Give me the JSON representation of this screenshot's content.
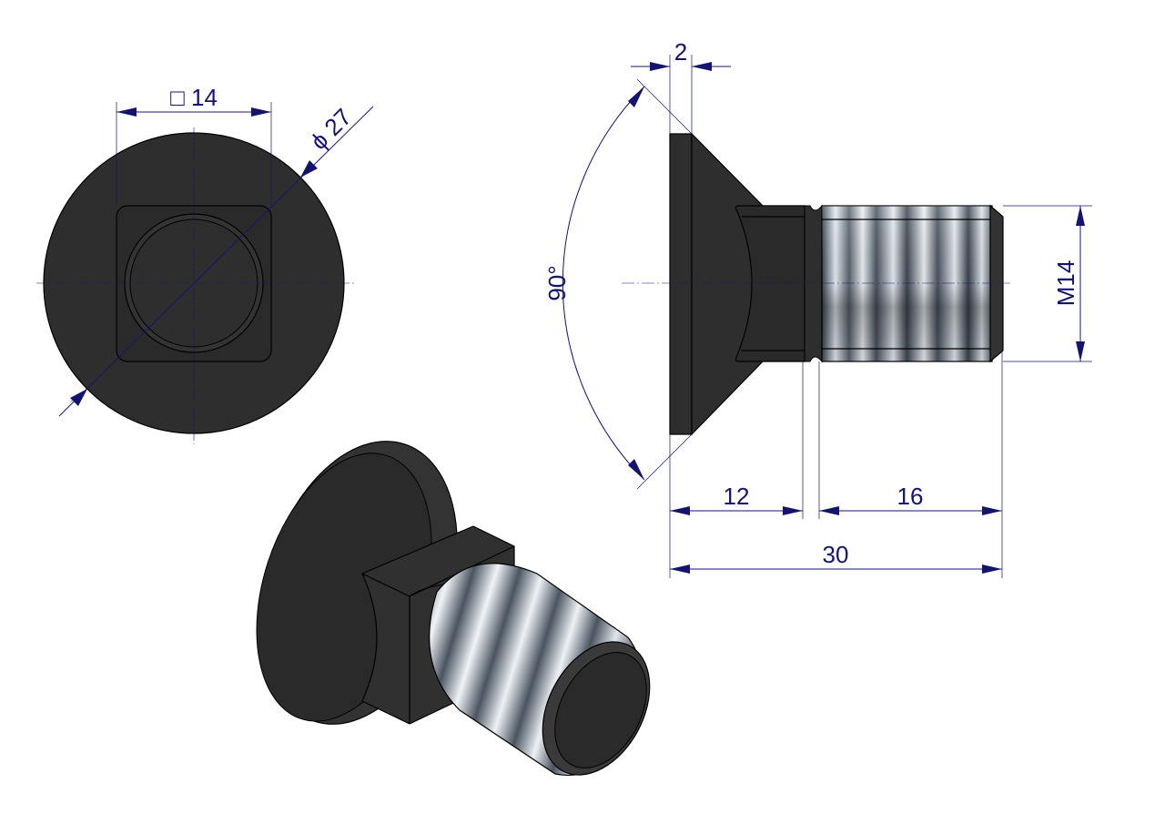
{
  "drawing": {
    "front_view": {
      "square_size_label": "□ 14",
      "diameter_label": "ϕ 27"
    },
    "side_view": {
      "chamfer_label": "2",
      "angle_label": "90°",
      "thread_label": "M14",
      "neck_length_label": "12",
      "thread_length_label": "16",
      "total_length_label": "30"
    },
    "colors": {
      "dimension": "#14146e",
      "part": "#2e2e2e",
      "thread": "#c8d2dc"
    }
  }
}
